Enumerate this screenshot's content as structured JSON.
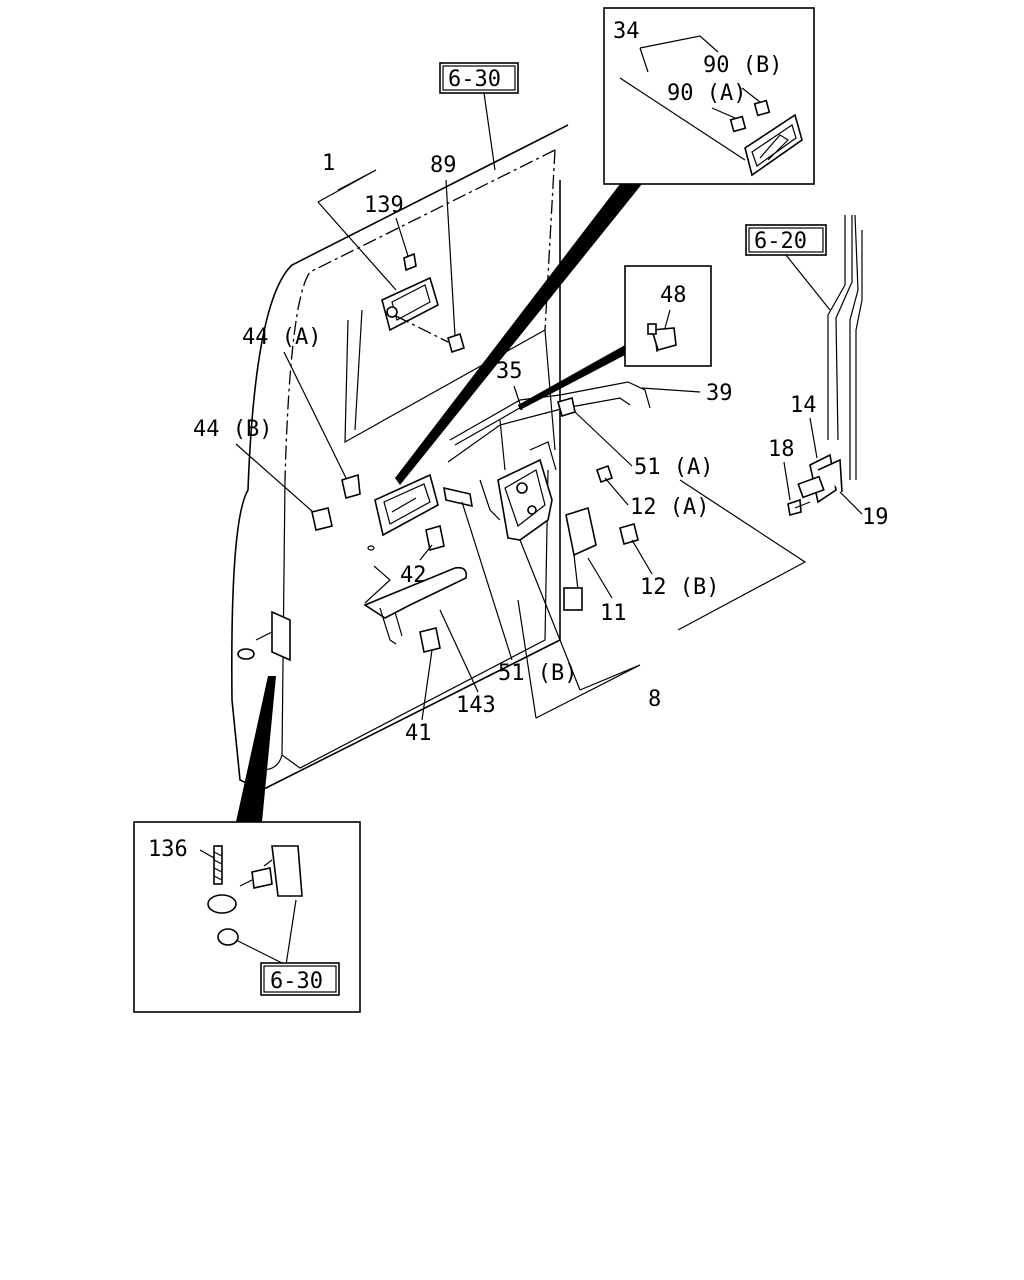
{
  "references": {
    "main_top": "6-30",
    "right_body": "6-20",
    "inset_bottom": "6-30"
  },
  "callouts": {
    "c1": "1",
    "c139": "139",
    "c89": "89",
    "c44a": "44 (A)",
    "c44b": "44 (B)",
    "c35": "35",
    "c39": "39",
    "c51a": "51 (A)",
    "c12a": "12 (A)",
    "c12b": "12 (B)",
    "c42": "42",
    "c11": "11",
    "c51b": "51 (B)",
    "c143": "143",
    "c8": "8",
    "c41": "41",
    "c14": "14",
    "c18": "18",
    "c19": "19"
  },
  "inset_top": {
    "c34": "34",
    "c90b": "90 (B)",
    "c90a": "90 (A)"
  },
  "inset_small": {
    "c48": "48"
  },
  "inset_bottom": {
    "c136": "136"
  }
}
